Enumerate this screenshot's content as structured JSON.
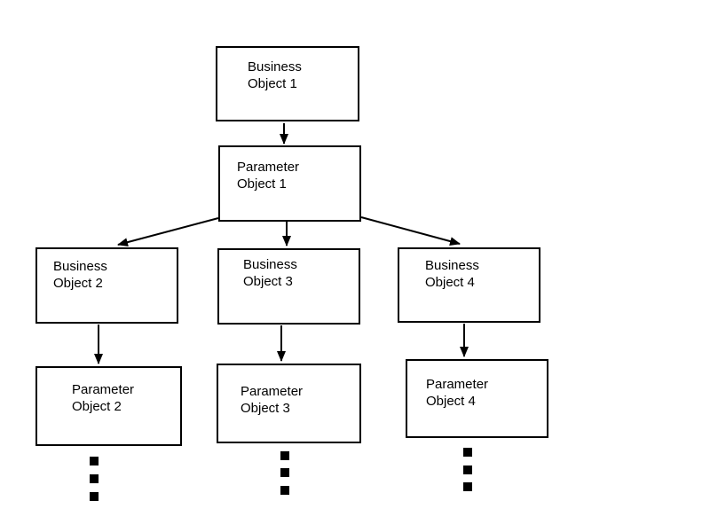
{
  "diagram": {
    "title": "",
    "background_color": "#ffffff",
    "box_border_color": "#000000",
    "text_color": "#000000",
    "arrow_color": "#000000",
    "nodes": [
      {
        "id": "business-object-1",
        "line1": "Business",
        "line2": "Object 1",
        "level": 1
      },
      {
        "id": "parameter-object-1",
        "line1": "Parameter",
        "line2": "Object 1",
        "level": 2
      },
      {
        "id": "business-object-2",
        "line1": "Business",
        "line2": "Object 2",
        "level": 3
      },
      {
        "id": "business-object-3",
        "line1": "Business",
        "line2": "Object 3",
        "level": 3
      },
      {
        "id": "business-object-4",
        "line1": "Business",
        "line2": "Object 4",
        "level": 3
      },
      {
        "id": "parameter-object-2",
        "line1": "Parameter",
        "line2": "Object 2",
        "level": 4
      },
      {
        "id": "parameter-object-3",
        "line1": "Parameter",
        "line2": "Object 3",
        "level": 4
      },
      {
        "id": "parameter-object-4",
        "line1": "Parameter",
        "line2": "Object 4",
        "level": 4
      }
    ],
    "edges": [
      {
        "from": "business-object-1",
        "to": "parameter-object-1"
      },
      {
        "from": "parameter-object-1",
        "to": "business-object-2"
      },
      {
        "from": "parameter-object-1",
        "to": "business-object-3"
      },
      {
        "from": "parameter-object-1",
        "to": "business-object-4"
      },
      {
        "from": "business-object-2",
        "to": "parameter-object-2"
      },
      {
        "from": "business-object-3",
        "to": "parameter-object-3"
      },
      {
        "from": "business-object-4",
        "to": "parameter-object-4"
      }
    ],
    "continuation_markers": {
      "meaning": "vertical ellipsis of filled squares indicating more objects",
      "below": [
        "parameter-object-2",
        "parameter-object-3",
        "parameter-object-4"
      ],
      "squares_per_column": 3
    }
  }
}
